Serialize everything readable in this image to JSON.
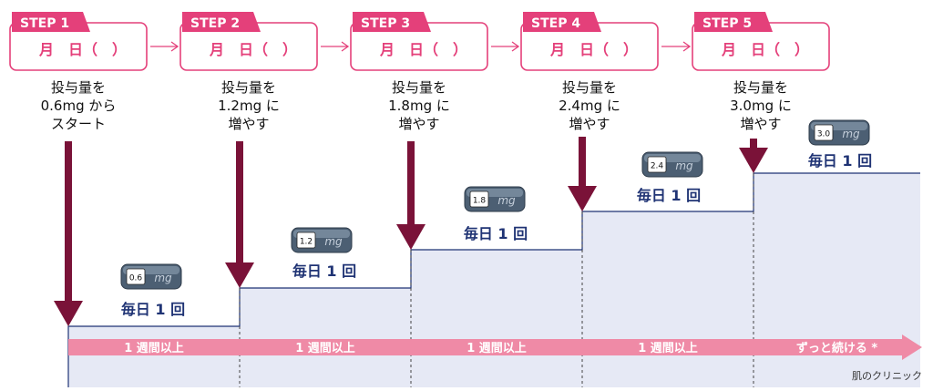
{
  "colors": {
    "accent": "#e4407a",
    "arrow": "#7a1238",
    "area": "#e6e9f5",
    "navy": "#1f3374",
    "band": "#ef8aa6",
    "pen": "#4c5f73"
  },
  "steps": [
    {
      "tag": "STEP 1",
      "date": "月　日（　）",
      "lines": [
        "投与量を",
        "0.6mg から",
        "スタート"
      ],
      "dose": "0.6",
      "unit": "mg",
      "freq": "毎日 1 回",
      "duration": "1 週間以上"
    },
    {
      "tag": "STEP 2",
      "date": "月　日（　）",
      "lines": [
        "投与量を",
        "1.2mg に",
        "増やす"
      ],
      "dose": "1.2",
      "unit": "mg",
      "freq": "毎日 1 回",
      "duration": "1 週間以上"
    },
    {
      "tag": "STEP 3",
      "date": "月　日（　）",
      "lines": [
        "投与量を",
        "1.8mg に",
        "増やす"
      ],
      "dose": "1.8",
      "unit": "mg",
      "freq": "毎日 1 回",
      "duration": "1 週間以上"
    },
    {
      "tag": "STEP 4",
      "date": "月　日（　）",
      "lines": [
        "投与量を",
        "2.4mg に",
        "増やす"
      ],
      "dose": "2.4",
      "unit": "mg",
      "freq": "毎日 1 回",
      "duration": "1 週間以上"
    },
    {
      "tag": "STEP 5",
      "date": "月　日（　）",
      "lines": [
        "投与量を",
        "3.0mg に",
        "増やす"
      ],
      "dose": "3.0",
      "unit": "mg",
      "freq": "毎日 1 回",
      "duration": "ずっと続ける *"
    }
  ],
  "credit": "肌のクリニック"
}
